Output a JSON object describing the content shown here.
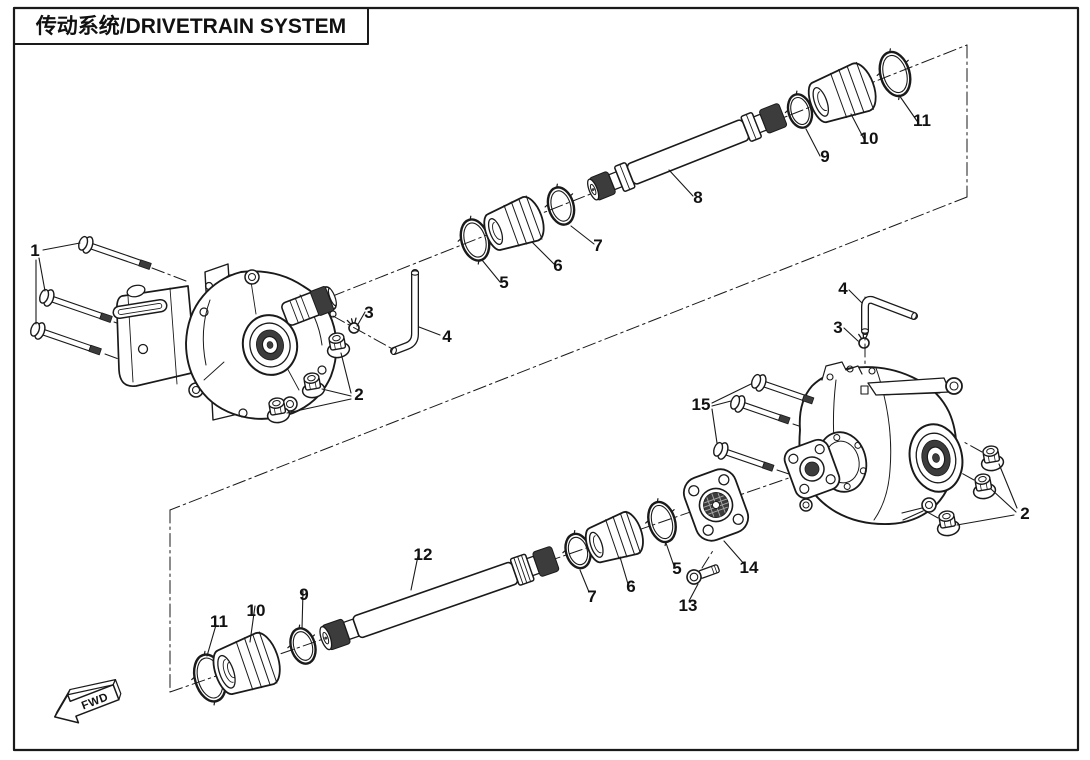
{
  "title": "传动系统/DRIVETRAIN SYSTEM",
  "fwd_label": "FWD",
  "callouts": [
    "1",
    "2",
    "3",
    "4",
    "5",
    "6",
    "7",
    "8",
    "9",
    "10",
    "11",
    "4",
    "3",
    "15",
    "2",
    "14",
    "13",
    "5",
    "6",
    "7",
    "12",
    "9",
    "10",
    "11"
  ],
  "colors": {
    "ink": "#1a1a1a",
    "dark_fill": "#3c3c3c",
    "paper": "#ffffff"
  }
}
